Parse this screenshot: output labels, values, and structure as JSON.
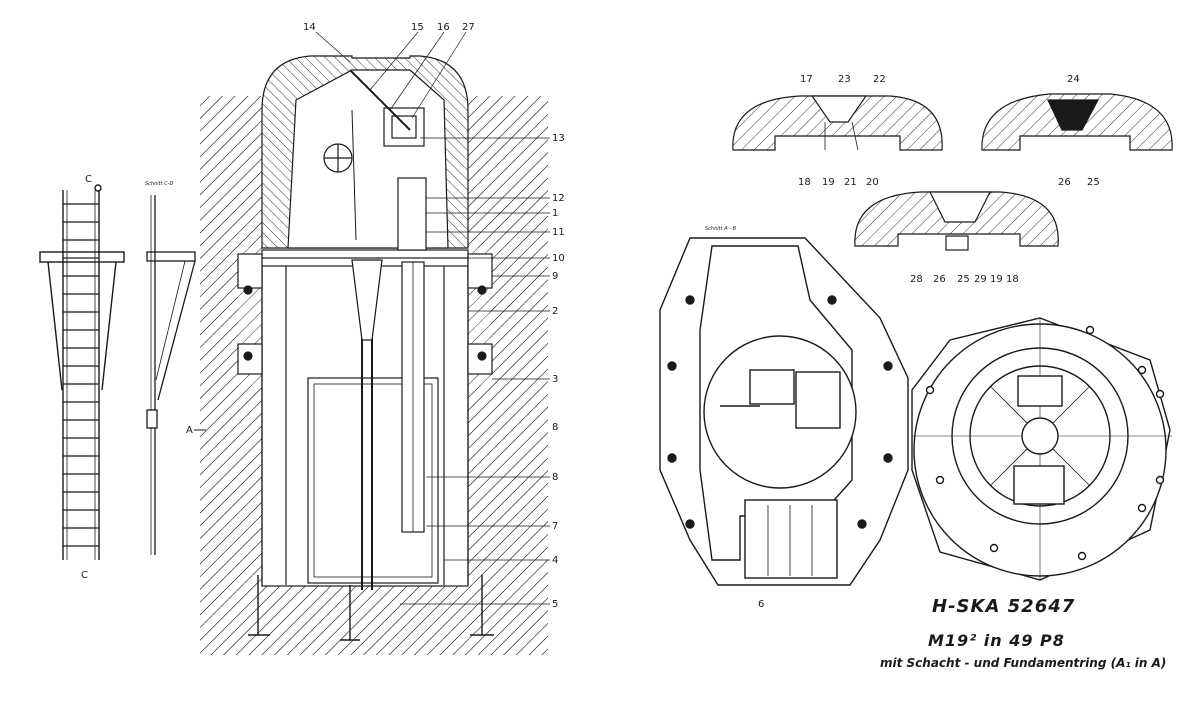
{
  "drawing": {
    "id_text": "H-SKA 52647",
    "model_line": "M19² in 49 P8",
    "subtitle": "mit Schacht - und Fundamentring  (A₁ in A)"
  },
  "main_section": {
    "callouts_top": [
      "14",
      "15",
      "16",
      "27"
    ],
    "callouts_right": [
      "13",
      "12",
      "1",
      "11",
      "10",
      "9",
      "2",
      "3",
      "8",
      "8",
      "7",
      "4",
      "5"
    ],
    "section_marker": "A"
  },
  "ladder": {
    "marker_top": "C",
    "marker_bottom": "C",
    "section_label": "Schnitt C-D"
  },
  "cupola_details": [
    {
      "callouts": [
        "17",
        "23",
        "22",
        "18",
        "19",
        "21",
        "20"
      ]
    },
    {
      "callouts": [
        "24",
        "26",
        "25"
      ]
    },
    {
      "callouts": [
        "28",
        "26",
        "25",
        "29",
        "19",
        "18"
      ]
    }
  ],
  "plan_view": {
    "section_label": "Schnitt A - B",
    "callout": "6"
  },
  "colors": {
    "ink": "#1a1a1a",
    "paper": "#ffffff"
  }
}
